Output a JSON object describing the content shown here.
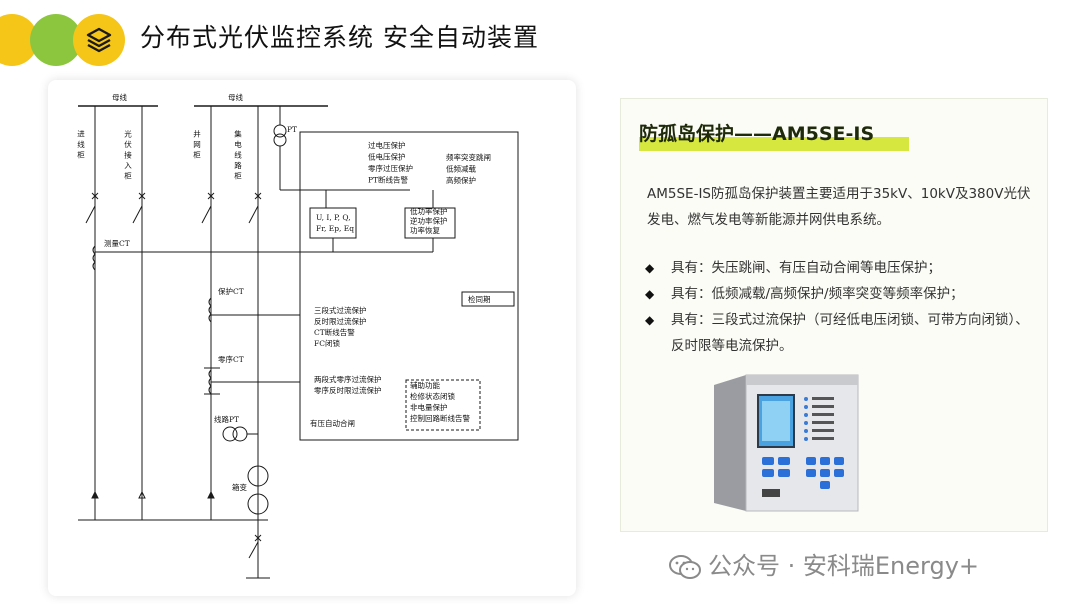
{
  "header": {
    "title": "分布式光伏监控系统  安全自动装置",
    "icon": "stack-layers-icon"
  },
  "colors": {
    "accent_green": "#8cc63f",
    "accent_yellow": "#f5c518",
    "highlight": "#d6e83f"
  },
  "diagram": {
    "bus_left": "母线",
    "bus_right": "母线",
    "feeders": [
      "进线柜",
      "光伏接入柜",
      "并网柜",
      "集电线路柜"
    ],
    "pt_label": "PT",
    "measure_ct": "测量CT",
    "protect_ct": "保护CT",
    "zero_ct": "零序CT",
    "line_pt": "线路PT",
    "transformer": "箱变",
    "meas_box_l1": "U, I, P, Q,",
    "meas_box_l2": "Fr, Ep, Eq",
    "volt_prot": [
      "过电压保护",
      "低电压保护",
      "零序过压保护",
      "PT断线告警"
    ],
    "freq_prot": [
      "频率突变跳闸",
      "低频减载",
      "高频保护"
    ],
    "power_prot": [
      "低功率保护",
      "逆功率保护",
      "功率恢复"
    ],
    "check_sync": "检同期",
    "current_prot": [
      "三段式过流保护",
      "反时限过流保护",
      "CT断线告警",
      "FC闭锁"
    ],
    "zero_prot": [
      "两段式零序过流保护",
      "零序反时限过流保护"
    ],
    "aux": [
      "辅助功能",
      "检修状态闭锁",
      "非电量保护",
      "控制回路断线告警"
    ],
    "reclose": "有压自动合闸"
  },
  "panel": {
    "heading": "防孤岛保护——AM5SE-IS",
    "description": "AM5SE-IS防孤岛保护装置主要适用于35kV、10kV及380V光伏发电、燃气发电等新能源并网供电系统。",
    "bullets": [
      "具有：失压跳闸、有压自动合闸等电压保护；",
      "具有：低频减载/高频保护/频率突变等频率保护；",
      "具有：三段式过流保护（可经低电压闭锁、可带方向闭锁）、反时限等电流保护。"
    ]
  },
  "watermark": {
    "text": "公众号 · 安科瑞Energy+",
    "icon": "wechat-icon"
  }
}
